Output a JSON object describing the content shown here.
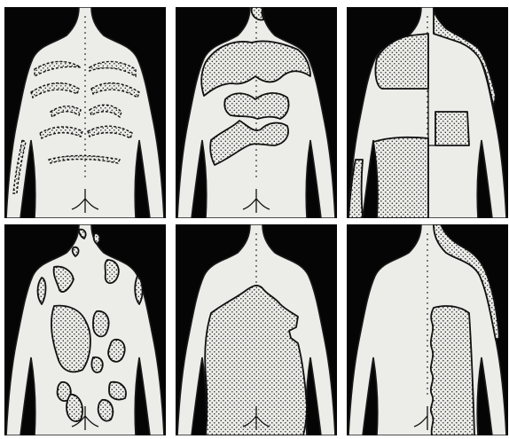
{
  "panels": [
    {
      "id": "p1",
      "pattern": "streaks"
    },
    {
      "id": "p2",
      "pattern": "bands"
    },
    {
      "id": "p3",
      "pattern": "quadrants"
    },
    {
      "id": "p4",
      "pattern": "scattered-patches"
    },
    {
      "id": "p5",
      "pattern": "large-lower-area"
    },
    {
      "id": "p6",
      "pattern": "shoulder-and-flank"
    }
  ],
  "colors": {
    "background": "#050505",
    "skin": "#ecece9",
    "outline": "#111111"
  }
}
